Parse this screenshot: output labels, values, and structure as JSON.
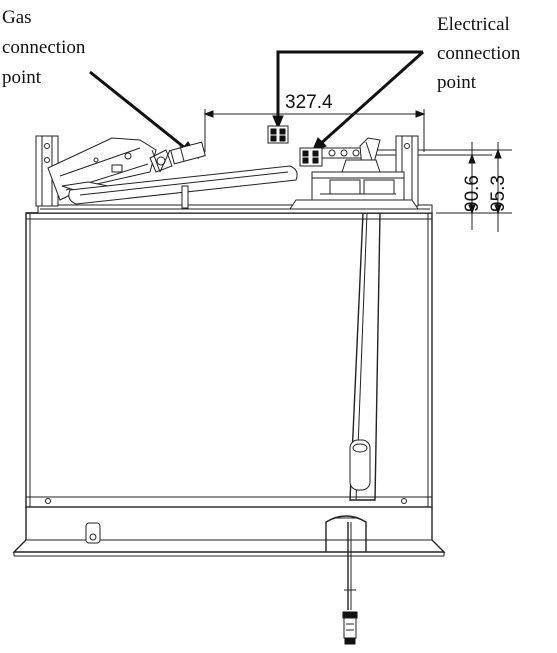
{
  "labels": {
    "gas": [
      "Gas",
      "connection",
      "point"
    ],
    "electrical": [
      "Electrical",
      "connection",
      "point"
    ]
  },
  "dimensions": {
    "width": "327.4",
    "height_inner": "90.6",
    "height_outer": "95.3"
  },
  "colors": {
    "line": "#222222",
    "background": "#ffffff"
  }
}
